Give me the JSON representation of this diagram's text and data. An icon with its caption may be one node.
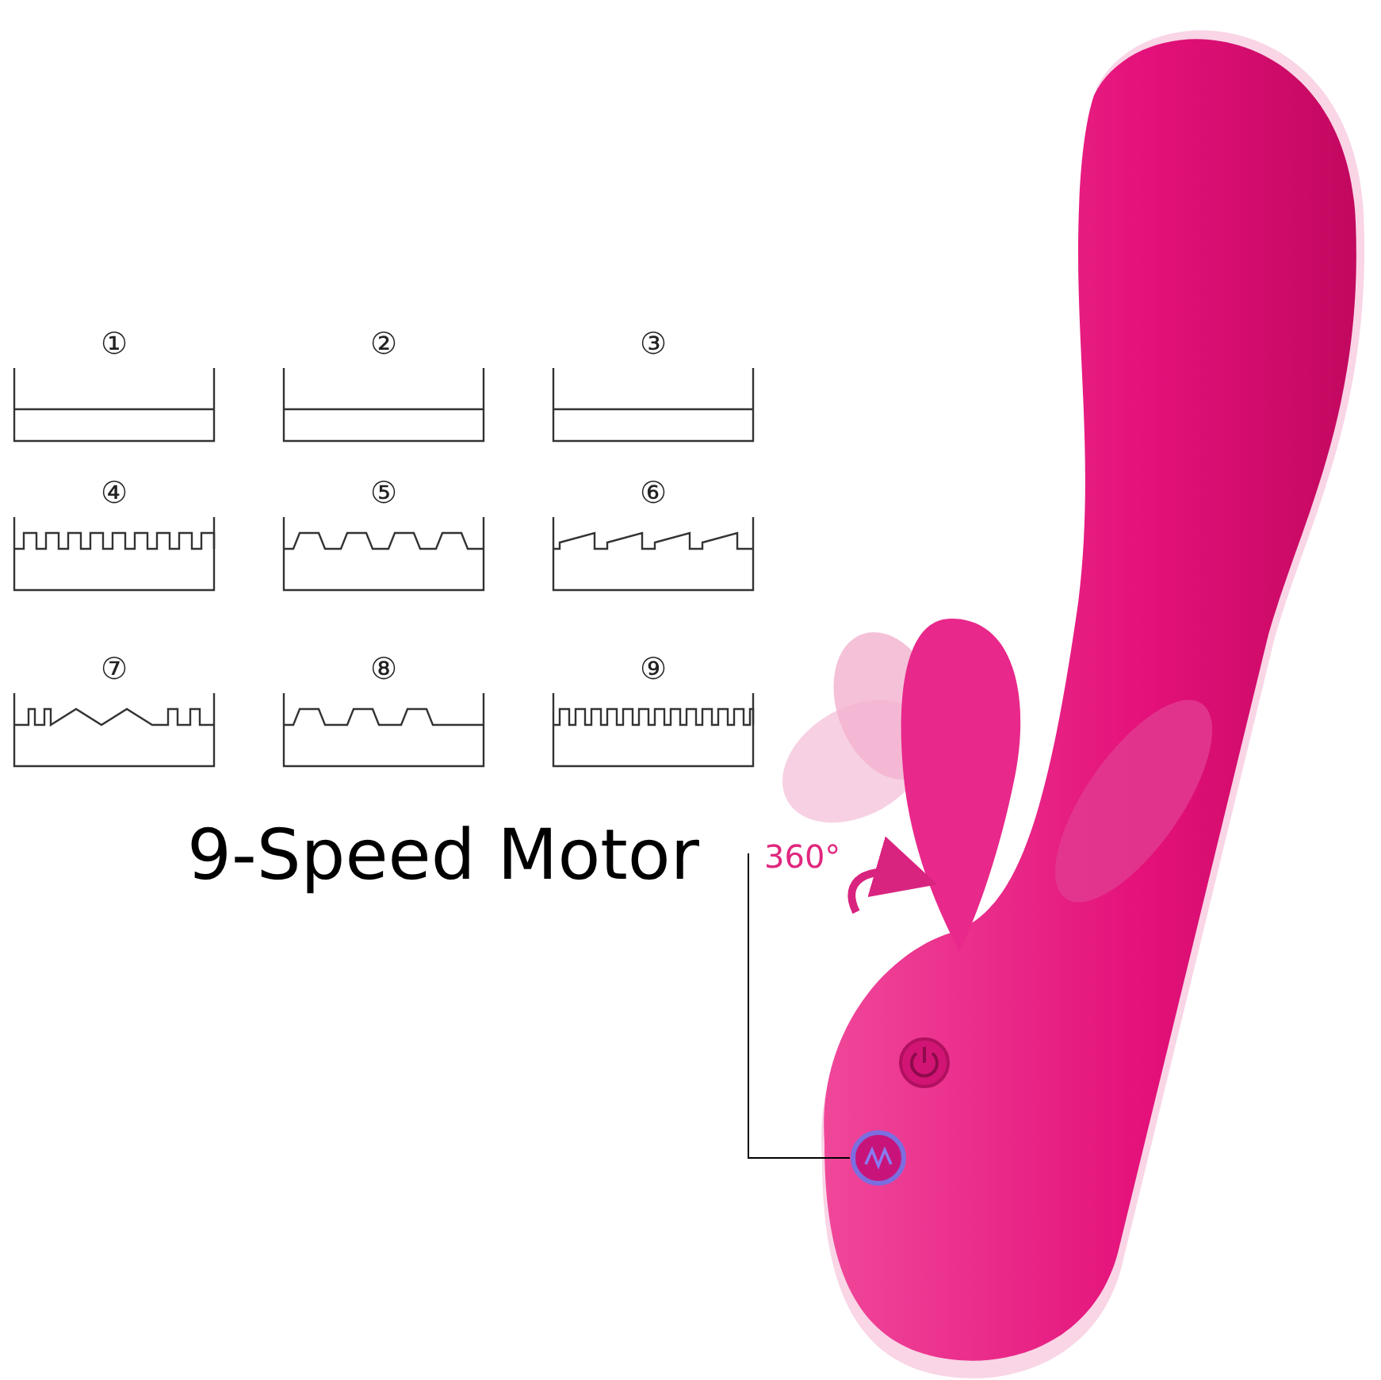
{
  "diagram": {
    "nodes": [
      {
        "text": [
          "①"
        ]
      },
      {
        "text": [
          "②"
        ]
      },
      {
        "text": [
          "③"
        ]
      },
      {
        "text": [
          "④"
        ]
      },
      {
        "text": [
          "⑤"
        ]
      },
      {
        "text": [
          "⑥"
        ]
      },
      {
        "text": [
          "⑦"
        ]
      },
      {
        "text": [
          "⑧"
        ]
      },
      {
        "text": [
          "⑨"
        ]
      },
      {
        "text": [
          "9-Speed Motor"
        ]
      },
      {
        "text": [],
        "shape": "circle"
      }
    ],
    "edges": [
      {
        "from": 9,
        "to": 10,
        "arrow": "none"
      }
    ],
    "labels": [
      "360°"
    ]
  }
}
